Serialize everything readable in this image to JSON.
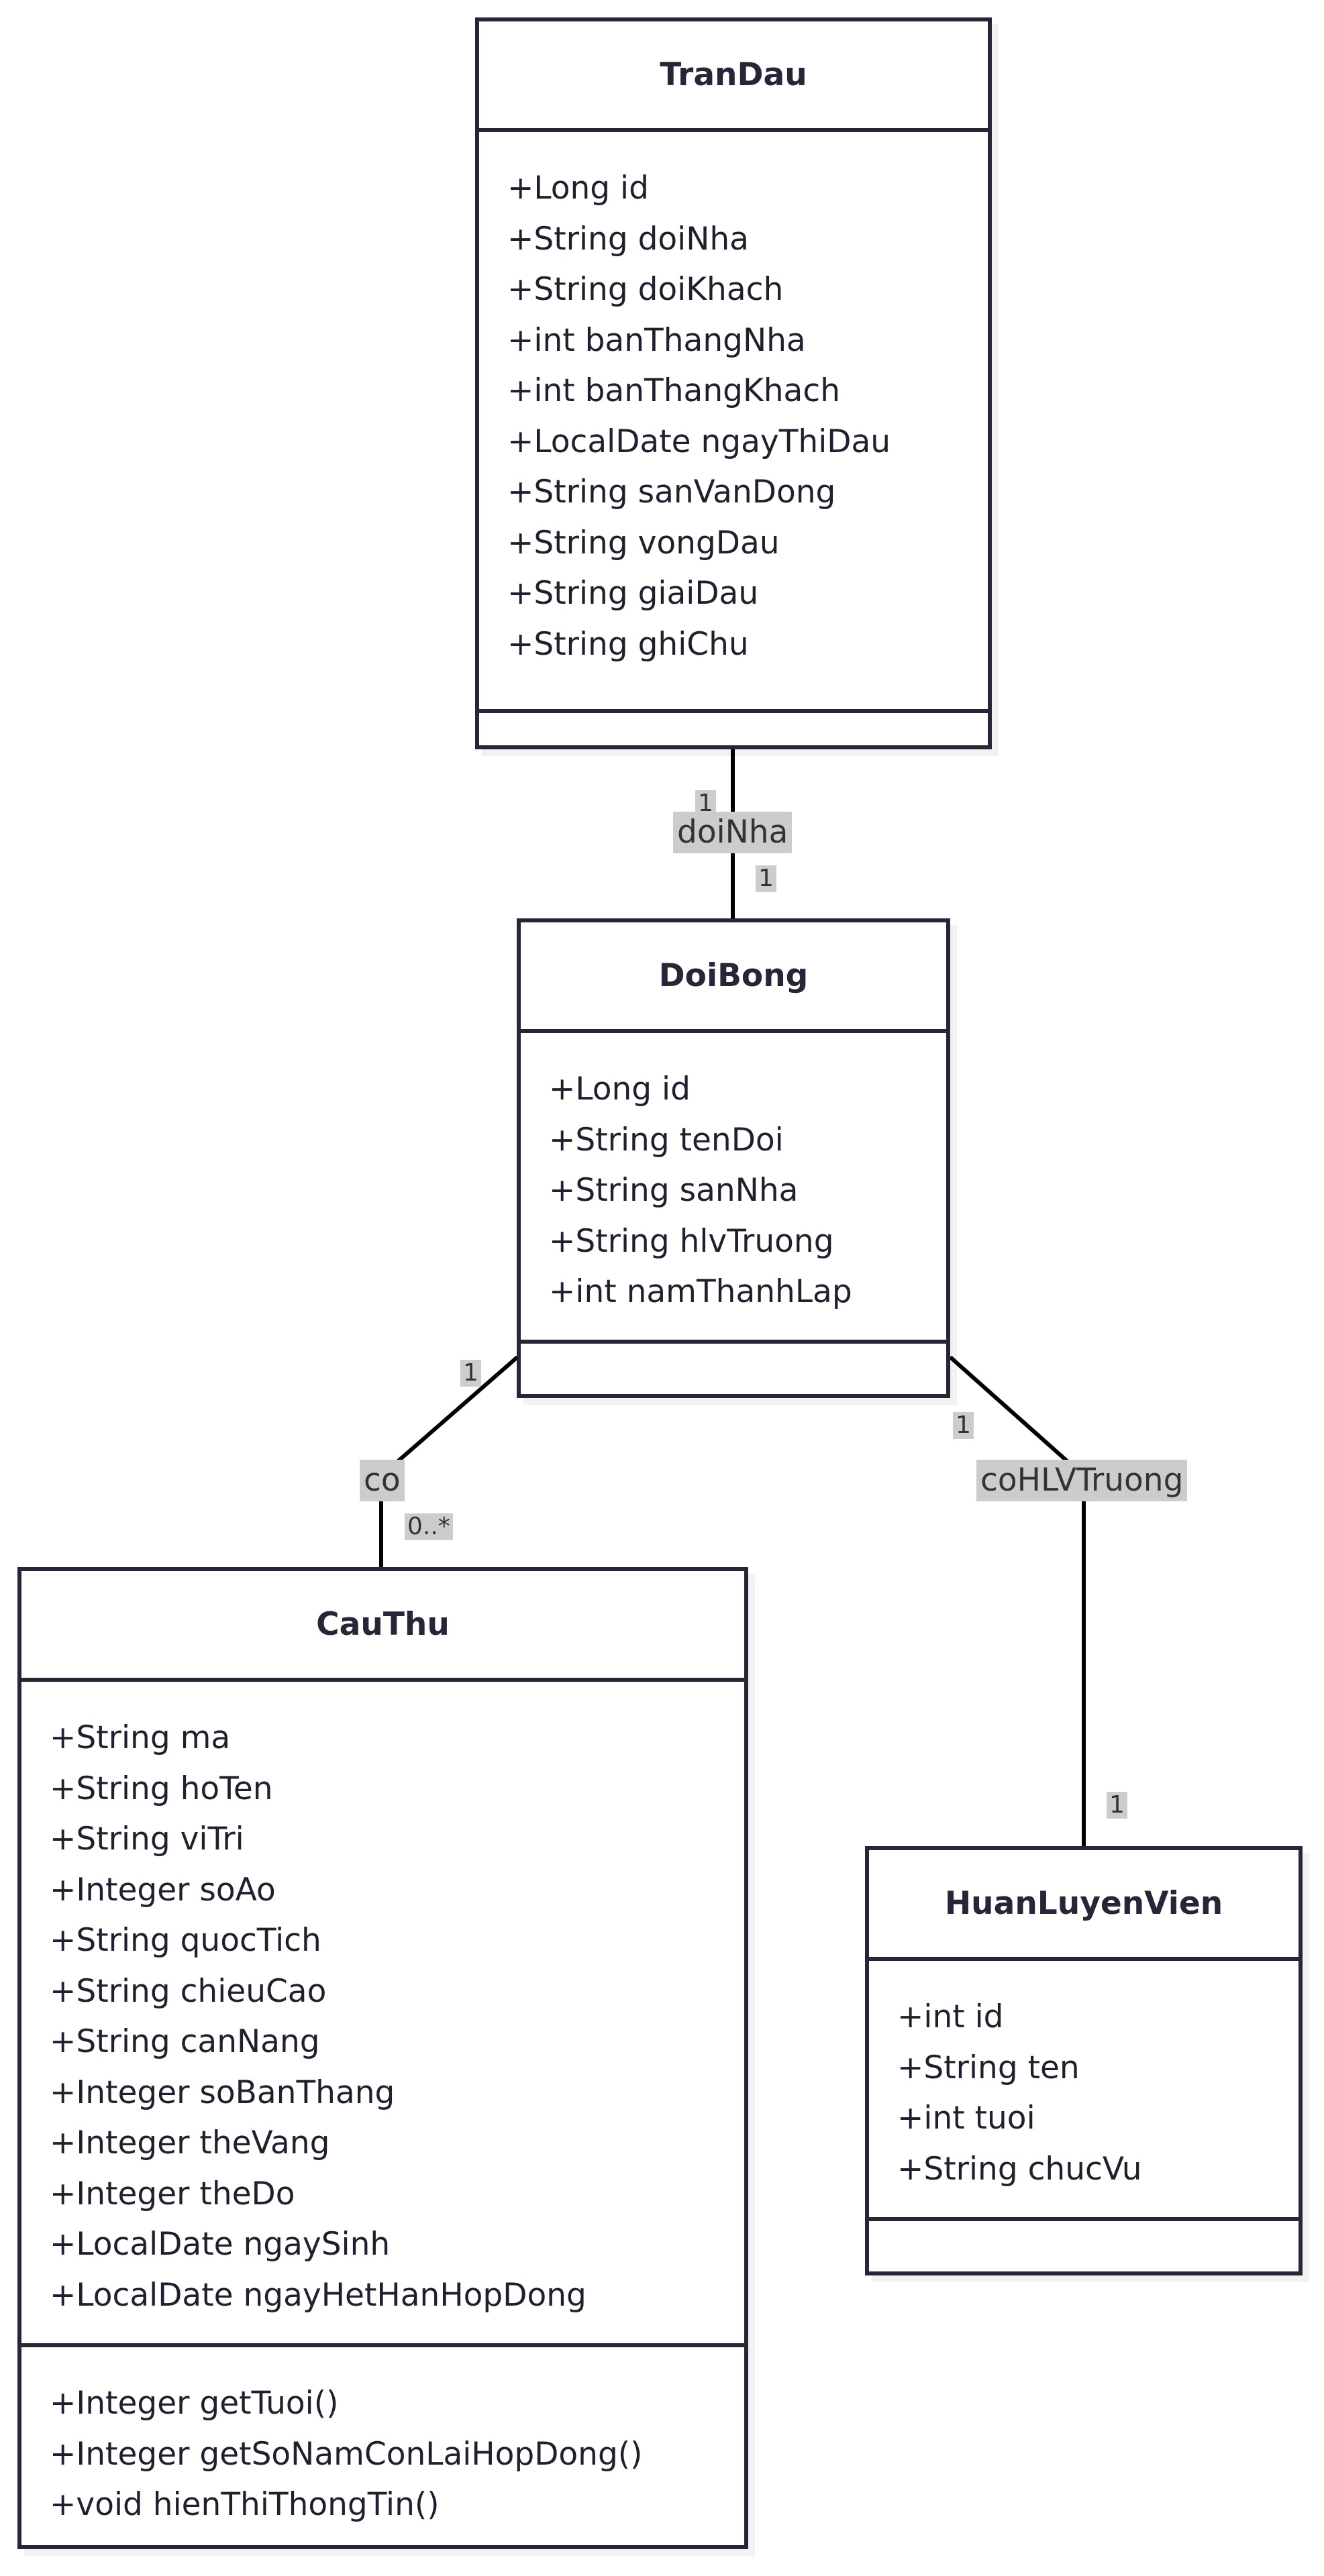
{
  "classes": {
    "tranDau": {
      "name": "TranDau",
      "attributes": [
        "+Long id",
        "+String doiNha",
        "+String doiKhach",
        "+int banThangNha",
        "+int banThangKhach",
        "+LocalDate ngayThiDau",
        "+String sanVanDong",
        "+String vongDau",
        "+String giaiDau",
        "+String ghiChu"
      ],
      "methods": []
    },
    "doiBong": {
      "name": "DoiBong",
      "attributes": [
        "+Long id",
        "+String tenDoi",
        "+String sanNha",
        "+String hlvTruong",
        "+int namThanhLap"
      ],
      "methods": []
    },
    "cauThu": {
      "name": "CauThu",
      "attributes": [
        "+String ma",
        "+String hoTen",
        "+String viTri",
        "+Integer soAo",
        "+String quocTich",
        "+String chieuCao",
        "+String canNang",
        "+Integer soBanThang",
        "+Integer theVang",
        "+Integer theDo",
        "+LocalDate ngaySinh",
        "+LocalDate ngayHetHanHopDong"
      ],
      "methods": [
        "+Integer getTuoi()",
        "+Integer getSoNamConLaiHopDong()",
        "+void hienThiThongTin()"
      ]
    },
    "huanLuyenVien": {
      "name": "HuanLuyenVien",
      "attributes": [
        "+int id",
        "+String ten",
        "+int tuoi",
        "+String chucVu"
      ],
      "methods": []
    }
  },
  "relations": {
    "doiNha": {
      "label": "doiNha",
      "from": "TranDau",
      "to": "DoiBong",
      "from_mult": "1",
      "to_mult": "1"
    },
    "co": {
      "label": "co",
      "from": "DoiBong",
      "to": "CauThu",
      "from_mult": "1",
      "to_mult": "0..*"
    },
    "coHLVTruong": {
      "label": "coHLVTruong",
      "from": "DoiBong",
      "to": "HuanLuyenVien",
      "from_mult": "1",
      "to_mult": "1"
    }
  },
  "colors": {
    "stroke": "#272638",
    "label_bg": "#cccccc",
    "text": "#1f1f2e"
  }
}
